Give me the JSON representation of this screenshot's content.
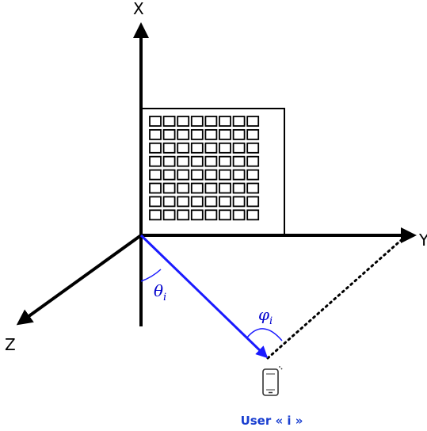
{
  "axes": {
    "x_label": "X",
    "y_label": "Y",
    "z_label": "Z"
  },
  "angles": {
    "theta_symbol": "θ",
    "theta_subscript": "i",
    "phi_symbol": "φ",
    "phi_subscript": "i"
  },
  "antenna_array": {
    "rows": 8,
    "cols": 8
  },
  "user": {
    "label": "User « i »",
    "icon": "smartphone-icon"
  },
  "colors": {
    "vector": "#1a1aff",
    "angle_text": "#0000cc",
    "user_label": "#1a3fd0",
    "axes": "#000000",
    "phone_icon": "#333333"
  }
}
